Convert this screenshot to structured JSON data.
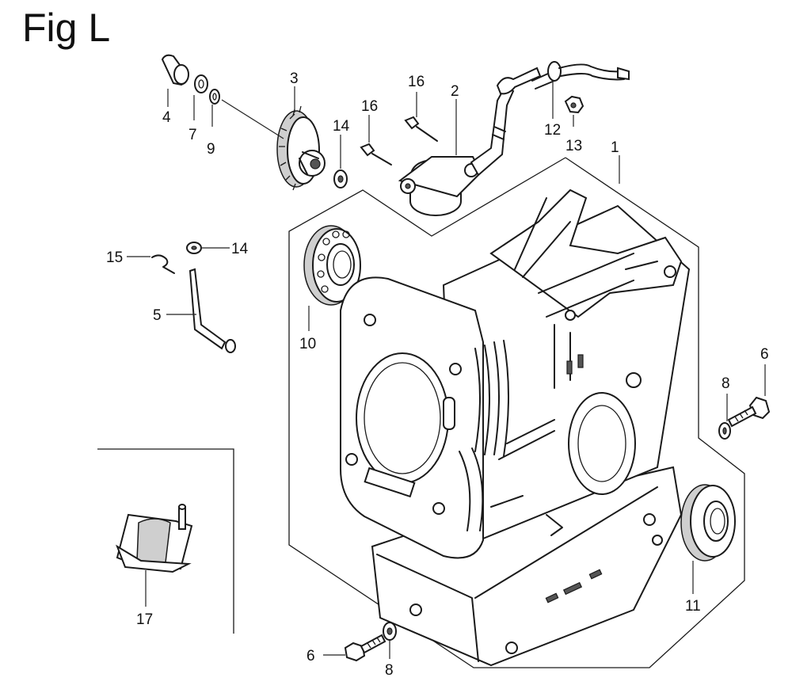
{
  "figure": {
    "title": "Fig L"
  },
  "callouts": {
    "c1": "1",
    "c2": "2",
    "c3": "3",
    "c4": "4",
    "c5": "5",
    "c6a": "6",
    "c6b": "6",
    "c7": "7",
    "c8a": "8",
    "c8b": "8",
    "c9": "9",
    "c10": "10",
    "c11": "11",
    "c12": "12",
    "c13": "13",
    "c14a": "14",
    "c14b": "14",
    "c15": "15",
    "c16a": "16",
    "c16b": "16",
    "c17": "17"
  },
  "parts_shown": [
    "crankcase",
    "oil-pump",
    "governor-gear",
    "governor-shaft-pin",
    "governor-arm-shaft",
    "bolt",
    "washer",
    "clip",
    "oil-seal",
    "bearing",
    "breather-tube",
    "nut",
    "grommet",
    "cover-bracket"
  ],
  "colors": {
    "ink": "#1a1a1a",
    "background": "#ffffff"
  }
}
